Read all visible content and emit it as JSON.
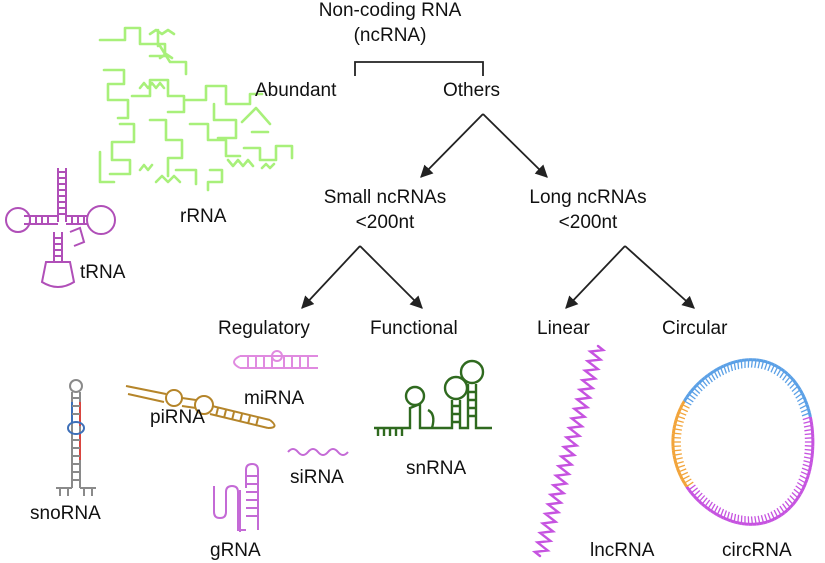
{
  "tree": {
    "root": {
      "line1": "Non-coding RNA",
      "line2": "(ncRNA)"
    },
    "abundant": "Abundant",
    "others": "Others",
    "small": {
      "line1": "Small ncRNAs",
      "line2": "<200nt"
    },
    "long": {
      "line1": "Long ncRNAs",
      "line2": "<200nt"
    },
    "regulatory": "Regulatory",
    "functional": "Functional",
    "linear": "Linear",
    "circular": "Circular"
  },
  "rna_types": {
    "rrna": "rRNA",
    "trna": "tRNA",
    "mirna": "miRNA",
    "pirna": "piRNA",
    "sirna": "siRNA",
    "snorna": "snoRNA",
    "grna": "gRNA",
    "snrna": "snRNA",
    "lncrna": "lncRNA",
    "circrna": "circRNA"
  },
  "colors": {
    "rrna": "#a8f07a",
    "trna": "#b04fb8",
    "mirna": "#e08ae0",
    "pirna": "#b5852a",
    "sirna": "#c46ad6",
    "snorna_gray": "#8a8a8a",
    "snorna_red": "#d9453f",
    "snorna_blue": "#3d6fb8",
    "grna": "#c46ad6",
    "snrna": "#2f6a1f",
    "lncrna": "#c653e0",
    "circ_blue": "#5ba0e6",
    "circ_orange": "#f2a43a",
    "circ_purple": "#c653e0",
    "arrow": "#222222"
  },
  "icons": [
    "rrna-structure-icon",
    "trna-structure-icon",
    "mirna-hairpin-icon",
    "pirna-structure-icon",
    "sirna-wave-icon",
    "snorna-structure-icon",
    "grna-hairpin-icon",
    "snrna-structure-icon",
    "lncrna-wave-icon",
    "circrna-ring-icon"
  ]
}
